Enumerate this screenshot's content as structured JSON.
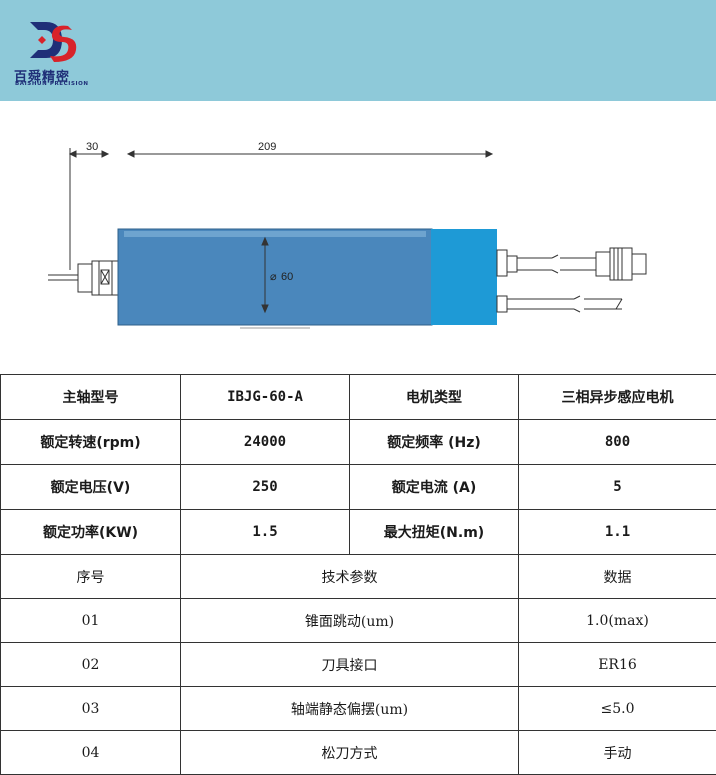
{
  "brand": {
    "name_cn": "百舜精密",
    "name_en": "BAISHUN PRECISION",
    "colors": {
      "header_bg": "#8ec9d9",
      "logo_blue": "#1f2f78",
      "logo_red": "#d8232a",
      "motor_cap": "#1e9ad6"
    }
  },
  "drawing": {
    "dim_left": "30",
    "dim_length": "209",
    "dim_diameter": "60",
    "diameter_symbol": "⌀"
  },
  "spec_table": {
    "rows": [
      [
        "主轴型号",
        "IBJG-60-A",
        "电机类型",
        "三相异步感应电机"
      ],
      [
        "额定转速(rpm)",
        "24000",
        "额定频率 (Hz)",
        "800"
      ],
      [
        "额定电压(V)",
        "250",
        "额定电流 (A)",
        "5"
      ],
      [
        "额定功率(KW)",
        "1.5",
        "最大扭矩(N.m)",
        "1.1"
      ]
    ],
    "param_header": [
      "序号",
      "技术参数",
      "数据"
    ],
    "param_rows": [
      [
        "01",
        "锥面跳动(um)",
        "1.0(max)"
      ],
      [
        "02",
        "刀具接口",
        "ER16"
      ],
      [
        "03",
        "轴端静态偏摆(um)",
        "≤5.0"
      ],
      [
        "04",
        "松刀方式",
        "手动"
      ]
    ]
  }
}
